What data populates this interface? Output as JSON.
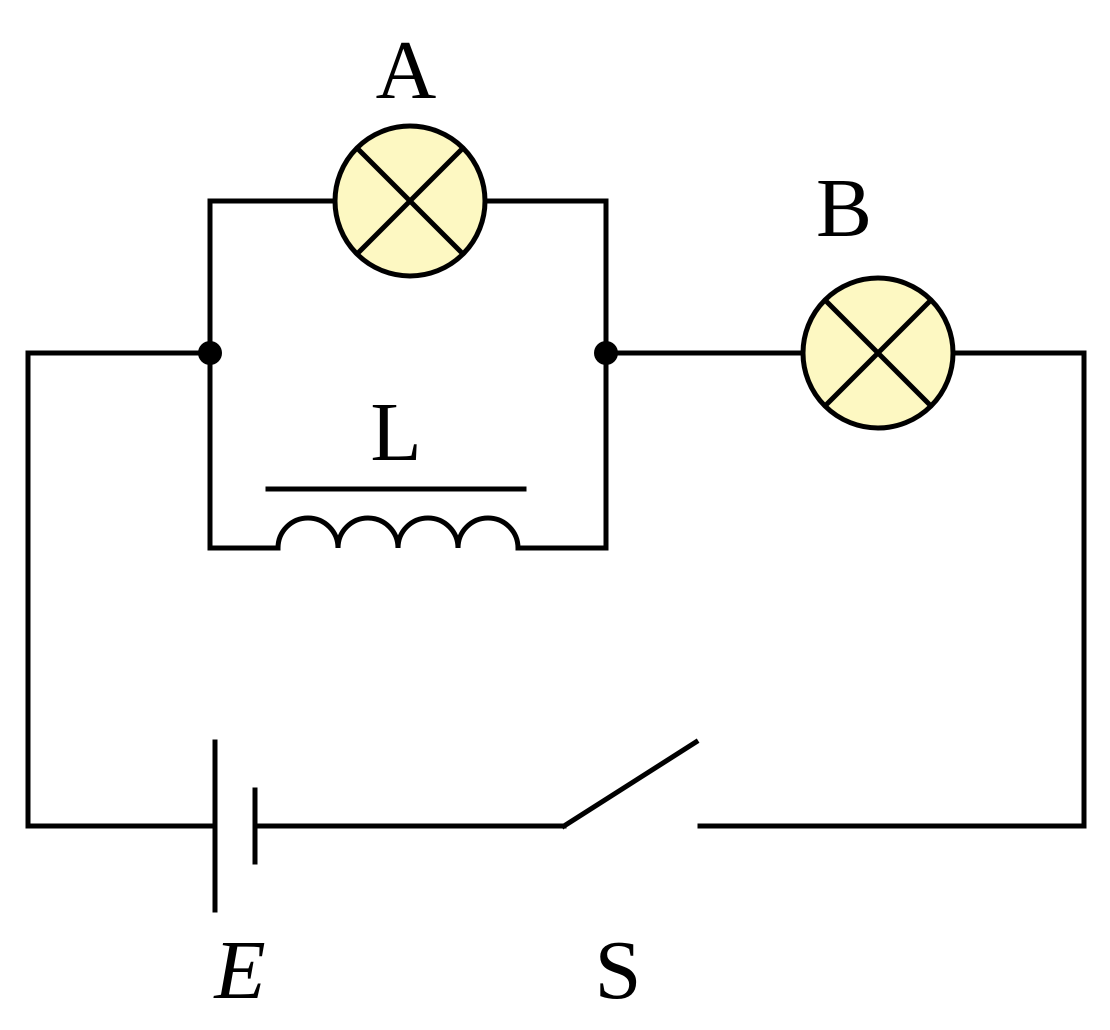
{
  "diagram": {
    "labels": {
      "lamp_a": "A",
      "lamp_b": "B",
      "inductor": "L",
      "battery": "E",
      "switch": "S"
    },
    "colors": {
      "lamp_fill": "#fdf8c2",
      "line": "#000000",
      "background": "#ffffff"
    },
    "components": {
      "lamp_a": "lamp-icon",
      "lamp_b": "lamp-icon",
      "inductor": "inductor-coil-icon",
      "battery": "battery-icon",
      "switch": "open-switch-icon"
    }
  }
}
